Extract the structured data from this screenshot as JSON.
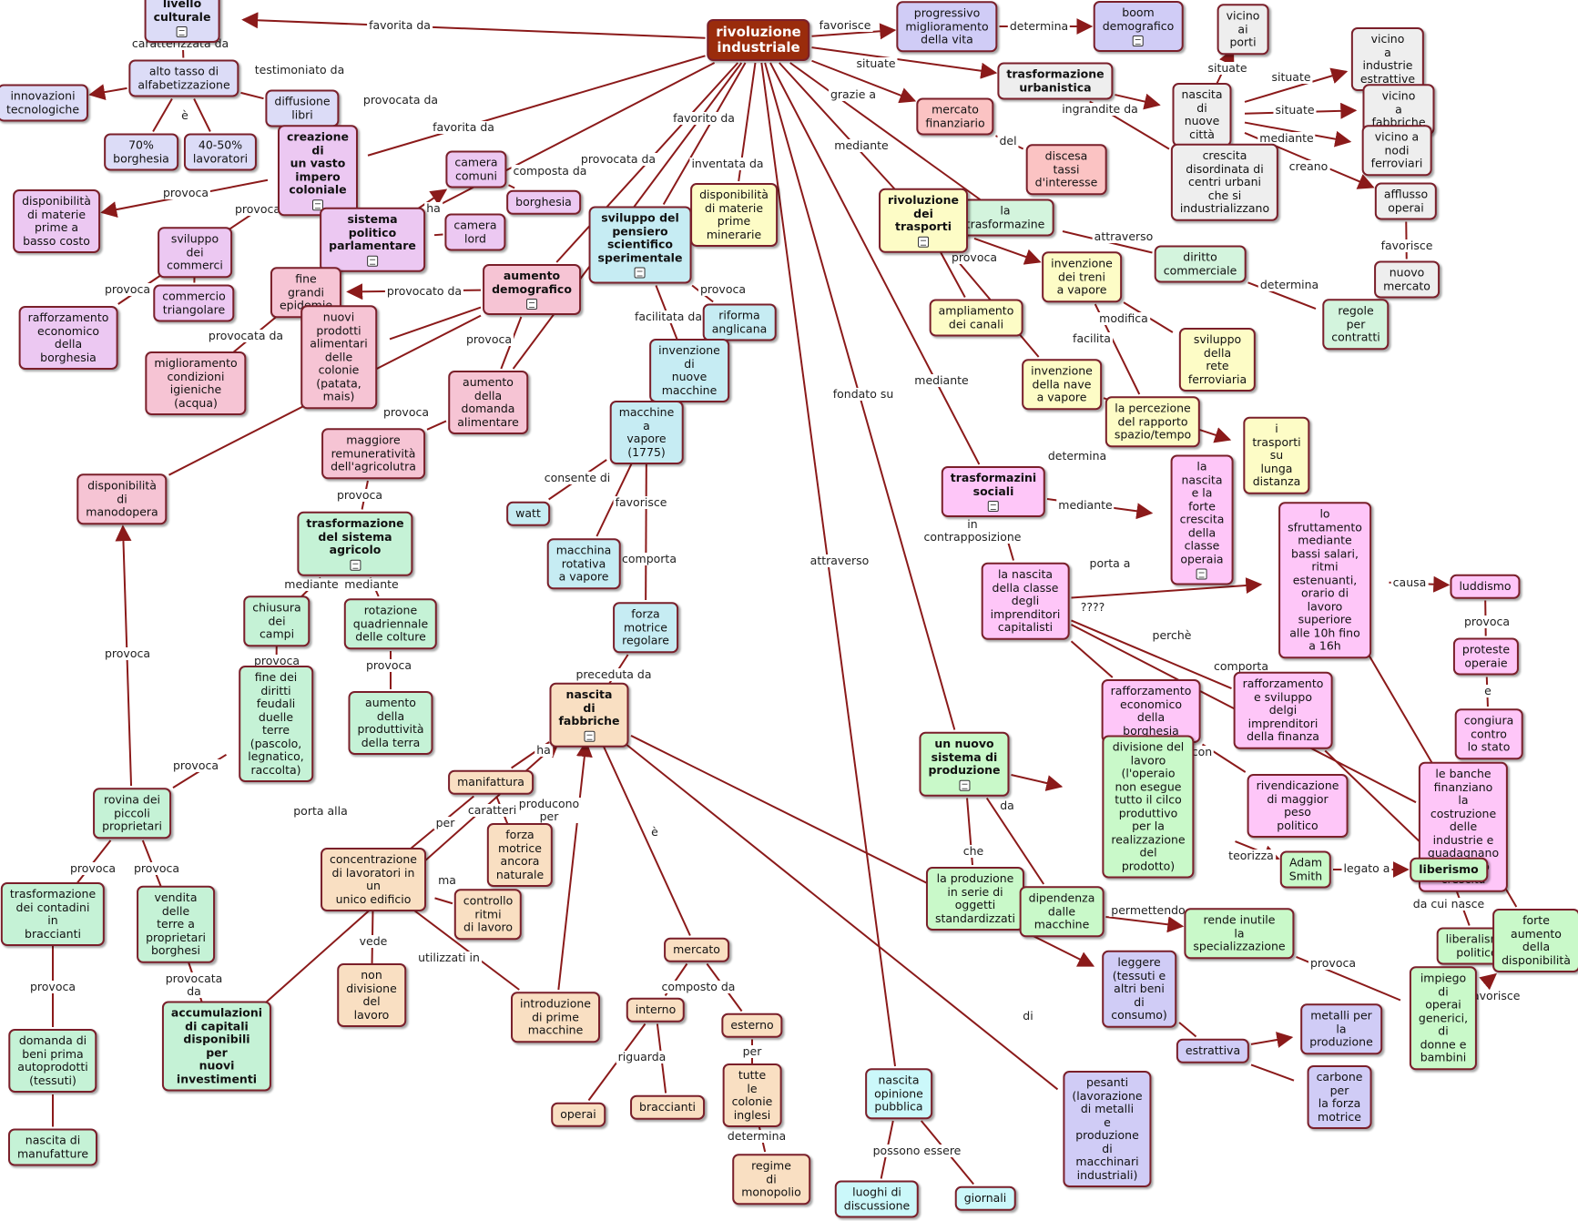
{
  "colors": {
    "lavender": "#dcdcf7",
    "purple": "#ecc8f2",
    "pink": "#f6c4d4",
    "cyan": "#c6ecf3",
    "yellow": "#fdfcc6",
    "mint": "#d3f4dd",
    "gray": "#eeeeee",
    "magenta": "#fec6f8",
    "light_green": "#c9f9c9",
    "light_purple": "#d0ccf6",
    "peach": "#f9dfc2",
    "light_cyan": "#cbf8fa",
    "green": "#c5f2d6",
    "salmon": "#fbc3c3",
    "root": "#9a2c0c",
    "connector": "#8b1a1a"
  },
  "icons": {
    "node_resource": "document-icon"
  },
  "nodes": [
    {
      "id": "ri",
      "label": "rivoluzione\nindustriale",
      "color": "root"
    },
    {
      "id": "lc",
      "label": "livello culturale",
      "color": "lav",
      "bold": true,
      "icon": true
    },
    {
      "id": "ata",
      "label": "alto tasso di\nalfabetizzazione",
      "color": "lav"
    },
    {
      "id": "inn",
      "label": "innovazioni\ntecnologiche",
      "color": "lav"
    },
    {
      "id": "dl",
      "label": "diffusione\nlibri",
      "color": "lav"
    },
    {
      "id": "p70",
      "label": "70%\nborghesia",
      "color": "lav"
    },
    {
      "id": "p40",
      "label": "40-50%\nlavoratori",
      "color": "lav"
    },
    {
      "id": "cvi",
      "label": "creazione di\nun vasto\nimpero\ncoloniale",
      "color": "purp",
      "bold": true,
      "icon": true
    },
    {
      "id": "dmp",
      "label": "disponibilità\ndi materie\nprime a\nbasso costo",
      "color": "purp"
    },
    {
      "id": "sdc",
      "label": "sviluppo\ndei commerci",
      "color": "purp"
    },
    {
      "id": "rebo",
      "label": "rafforzamento\neconomico\ndella\nborghesia",
      "color": "purp"
    },
    {
      "id": "ctr",
      "label": "commercio\ntriangolare",
      "color": "purp"
    },
    {
      "id": "spp",
      "label": "sistema politico\nparlamentare",
      "color": "purp",
      "bold": true,
      "icon": true
    },
    {
      "id": "cco",
      "label": "camera\ncomuni",
      "color": "purp"
    },
    {
      "id": "clo",
      "label": "camera\nlord",
      "color": "purp"
    },
    {
      "id": "bor",
      "label": "borghesia",
      "color": "purp"
    },
    {
      "id": "ad",
      "label": "aumento\ndemografico",
      "color": "pink",
      "bold": true,
      "icon": true
    },
    {
      "id": "fge",
      "label": "fine grandi\nepidemie",
      "color": "pink"
    },
    {
      "id": "mci",
      "label": "miglioramento\ncondizioni igieniche\n(acqua)",
      "color": "pink"
    },
    {
      "id": "npa",
      "label": "nuovi prodotti\nalimentari\ndelle colonie\n(patata, mais)",
      "color": "pink"
    },
    {
      "id": "ada",
      "label": "aumento\ndella\ndomanda\nalimentare",
      "color": "pink"
    },
    {
      "id": "mra",
      "label": "maggiore\nremuneratività\ndell'agricolutra",
      "color": "pink"
    },
    {
      "id": "dma",
      "label": "disponibilità\ndi\nmanodopera",
      "color": "pink"
    },
    {
      "id": "tsa",
      "label": "trasformazione\ndel sistema\nagricolo",
      "color": "green",
      "bold": true,
      "icon": true
    },
    {
      "id": "chc",
      "label": "chiusura\ndei campi",
      "color": "green"
    },
    {
      "id": "rqc",
      "label": "rotazione\nquadriennale\ndelle colture",
      "color": "green"
    },
    {
      "id": "fdf",
      "label": "fine dei diritti\nfeudali duelle\nterre\n(pascolo,\nlegnatico,\nraccolta)",
      "color": "green"
    },
    {
      "id": "apt",
      "label": "aumento\ndella\nproduttività\ndella terra",
      "color": "green"
    },
    {
      "id": "rpp",
      "label": "rovina dei\npiccoli\nproprietari",
      "color": "green"
    },
    {
      "id": "tcb",
      "label": "trasformazione\ndei contadini in\nbraccianti",
      "color": "green"
    },
    {
      "id": "vtp",
      "label": "vendita delle\nterre a\nproprietari\nborghesi",
      "color": "green"
    },
    {
      "id": "dbp",
      "label": "domanda di\nbeni prima\nautoprodotti\n(tessuti)",
      "color": "green"
    },
    {
      "id": "acc",
      "label": "accumulazioni\ndi capitali\ndisponibili per\nnuovi\ninvestimenti",
      "color": "green",
      "bold": true
    },
    {
      "id": "nma",
      "label": "nascita di\nmanufatture",
      "color": "green"
    },
    {
      "id": "sps",
      "label": "sviluppo del\npensiero\nscientifico\nsperimentale",
      "color": "cyan",
      "bold": true,
      "icon": true
    },
    {
      "id": "ran",
      "label": "riforma\nanglicana",
      "color": "cyan"
    },
    {
      "id": "inm",
      "label": "invenzione di\nnuove macchine",
      "color": "cyan"
    },
    {
      "id": "mav",
      "label": "macchine a\nvapore\n(1775)",
      "color": "cyan"
    },
    {
      "id": "wat",
      "label": "watt",
      "color": "cyan"
    },
    {
      "id": "mrv",
      "label": "macchina\nrotativa\na vapore",
      "color": "cyan"
    },
    {
      "id": "fmr",
      "label": "forza\nmotrice\nregolare",
      "color": "cyan"
    },
    {
      "id": "dmm",
      "label": "disponibilità\ndi materie\nprime\nminerarie",
      "color": "yel"
    },
    {
      "id": "ndf",
      "label": "nascita di\nfabbriche",
      "color": "peach",
      "bold": true,
      "icon": true
    },
    {
      "id": "man",
      "label": "manifattura",
      "color": "peach"
    },
    {
      "id": "fmn",
      "label": "forza motrice\nancora\nnaturale",
      "color": "peach"
    },
    {
      "id": "clu",
      "label": "concentrazione\ndi lavoratori in un\nunico edificio",
      "color": "peach"
    },
    {
      "id": "crl",
      "label": "controllo\nritmi\ndi lavoro",
      "color": "peach"
    },
    {
      "id": "ndl",
      "label": "non\ndivisione del\nlavoro",
      "color": "peach"
    },
    {
      "id": "ipm",
      "label": "introduzione\ndi prime\nmacchine",
      "color": "peach"
    },
    {
      "id": "mer",
      "label": "mercato",
      "color": "peach"
    },
    {
      "id": "int",
      "label": "interno",
      "color": "peach"
    },
    {
      "id": "est",
      "label": "esterno",
      "color": "peach"
    },
    {
      "id": "ope",
      "label": "operai",
      "color": "peach"
    },
    {
      "id": "bra",
      "label": "braccianti",
      "color": "peach"
    },
    {
      "id": "tci",
      "label": "tutte le\ncolonie\ninglesi",
      "color": "peach"
    },
    {
      "id": "rdm",
      "label": "regime\ndi\nmonopolio",
      "color": "peach"
    },
    {
      "id": "pmv",
      "label": "progressivo\nmiglioramento\ndella vita",
      "color": "lpur"
    },
    {
      "id": "bde",
      "label": "boom\ndemografico",
      "color": "lpur",
      "icon": true
    },
    {
      "id": "tur",
      "label": "trasformazione\nurbanistica",
      "color": "gray",
      "bold": true
    },
    {
      "id": "nnc",
      "label": "nascita di\nnuove città",
      "color": "gray"
    },
    {
      "id": "vpo",
      "label": "vicino\nai porti",
      "color": "gray"
    },
    {
      "id": "vie",
      "label": "vicino\na industrie\nestrattive",
      "color": "gray"
    },
    {
      "id": "vfa",
      "label": "vicino\na fabbriche",
      "color": "gray"
    },
    {
      "id": "vnf",
      "label": "vicino a nodi\nferroviari",
      "color": "gray"
    },
    {
      "id": "cdc",
      "label": "crescita\ndisordinata di\ncentri urbani\nche si\nindustrializzano",
      "color": "gray"
    },
    {
      "id": "aop",
      "label": "afflusso\noperai",
      "color": "gray"
    },
    {
      "id": "nme",
      "label": "nuovo\nmercato",
      "color": "gray"
    },
    {
      "id": "mfi",
      "label": "mercato\nfinanziario",
      "color": "salm"
    },
    {
      "id": "dti",
      "label": "discesa tassi\nd'interesse",
      "color": "salm"
    },
    {
      "id": "ltr",
      "label": "la trasformazine",
      "color": "mint"
    },
    {
      "id": "dco",
      "label": "diritto\ncommerciale",
      "color": "mint"
    },
    {
      "id": "rpc",
      "label": "regole per\ncontratti",
      "color": "mint"
    },
    {
      "id": "rdt",
      "label": "rivoluzione\ndei trasporti",
      "color": "yel",
      "bold": true,
      "icon": true
    },
    {
      "id": "adc",
      "label": "ampliamento\ndei canali",
      "color": "yel"
    },
    {
      "id": "itv",
      "label": "invenzione\ndei treni\na vapore",
      "color": "yel"
    },
    {
      "id": "inv",
      "label": "invenzione\ndella nave\na vapore",
      "color": "yel"
    },
    {
      "id": "srf",
      "label": "sviluppo della\nrete\nferroviaria",
      "color": "yel"
    },
    {
      "id": "lpr",
      "label": "la percezione\ndel rapporto\nspazio/tempo",
      "color": "yel"
    },
    {
      "id": "tld",
      "label": "i trasporti su\nlunga\ndistanza",
      "color": "yel"
    },
    {
      "id": "tso",
      "label": "trasformazini\nsociali",
      "color": "mag",
      "bold": true,
      "icon": true
    },
    {
      "id": "lnf",
      "label": "la nascita e la\nforte crescita\ndella classe\noperaia",
      "color": "mag",
      "icon": true
    },
    {
      "id": "lnc",
      "label": "la nascita\ndella classe\ndegli\nimprenditori\ncapitalisti",
      "color": "mag"
    },
    {
      "id": "sfr",
      "label": "lo\nsfruttamento\nmediante\nbassi salari, ritmi\nestenuanti,\norario di\nlavoro\nsuperiore\nalle 10h fino a 16h",
      "color": "mag"
    },
    {
      "id": "lud",
      "label": "luddismo",
      "color": "mag"
    },
    {
      "id": "pop",
      "label": "proteste\noperaie",
      "color": "mag"
    },
    {
      "id": "ccs",
      "label": "congiura contro\nlo stato",
      "color": "mag"
    },
    {
      "id": "reb2",
      "label": "rafforzamento\neconomico\ndella\nborghesia",
      "color": "mag"
    },
    {
      "id": "rsi",
      "label": "rafforzamento\ne sviluppo\ndelgi\nimprenditori\ndella finanza",
      "color": "mag"
    },
    {
      "id": "rmp",
      "label": "rivendicazione\ndi maggior\npeso\npolitico",
      "color": "mag"
    },
    {
      "id": "lbf",
      "label": "le banche\nfinanziano la\ncostruzione\ndelle\nindustrie e\nguadagnano\ndalla loro\ncrescita",
      "color": "mag"
    },
    {
      "id": "nsp",
      "label": "un nuovo\nsistema di\nproduzione",
      "color": "lgrn",
      "bold": true,
      "icon": true
    },
    {
      "id": "ddl",
      "label": "divisione del lavoro\n(l'operaio non esegue\ntutto il cilco\nproduttivo per la\nrealizzazione del prodotto)",
      "color": "lgrn"
    },
    {
      "id": "asm",
      "label": "Adam\nSmith",
      "color": "lgrn"
    },
    {
      "id": "lib",
      "label": "liberismo",
      "color": "lgrn",
      "bold": true
    },
    {
      "id": "lpo",
      "label": "liberalismo\npolitico",
      "color": "lgrn"
    },
    {
      "id": "psd",
      "label": "la produzione\nin serie di\noggetti\nstandardizzati",
      "color": "lgrn"
    },
    {
      "id": "ddm",
      "label": "dipendenza\ndalle\nmacchine",
      "color": "lgrn"
    },
    {
      "id": "ris",
      "label": "rende inutile\nla\nspecializzazione",
      "color": "lgrn"
    },
    {
      "id": "iog",
      "label": "impiego di\noperai\ngenerici, di\ndonne e\nbambini",
      "color": "lgrn"
    },
    {
      "id": "fad",
      "label": "forte\naumento\ndella\ndisponibilità",
      "color": "lgrn"
    },
    {
      "id": "leg",
      "label": "leggere\n(tessuti e\naltri beni\ndi consumo)",
      "color": "lpur"
    },
    {
      "id": "pes",
      "label": "pesanti\n(lavorazione\ndi metalli\ne produzione\ndi macchinari\nindustriali)",
      "color": "lpur"
    },
    {
      "id": "esr",
      "label": "estrattiva",
      "color": "lpur"
    },
    {
      "id": "mpp",
      "label": "metalli per\nla produzione",
      "color": "lpur"
    },
    {
      "id": "cfm",
      "label": "carbone per\nla forza\nmotrice",
      "color": "lpur"
    },
    {
      "id": "nop",
      "label": "nascita\nopinione\npubblica",
      "color": "lcyan"
    },
    {
      "id": "ldd",
      "label": "luoghi di\ndiscussione",
      "color": "lcyan"
    },
    {
      "id": "gio",
      "label": "giornali",
      "color": "lcyan"
    }
  ],
  "link_labels": [
    "favorita da",
    "caratterizzata da",
    "testimoniato da",
    "è",
    "provocata da",
    "provoca",
    "provoca",
    "provoca",
    "favorita da",
    "ha",
    "composta da",
    "provocata da",
    "provocato da",
    "provocata da",
    "provoca",
    "provoca",
    "provoca",
    "mediante",
    "mediante",
    "provoca",
    "provoca",
    "provoca",
    "provoca",
    "provoca",
    "provoca",
    "provoca",
    "provocata\nda",
    "favorito da",
    "provoca",
    "facilitata da",
    "inventata da",
    "consente di",
    "favorisce",
    "comporta",
    "preceduta da",
    "ha",
    "caratterizzata da",
    "per",
    "ma",
    "vede",
    "utilizzati in",
    "porta alla",
    "producono\nper",
    "è",
    "composto da",
    "riguarda",
    "per",
    "determina",
    "favorisce",
    "determina",
    "situate",
    "situate",
    "situate",
    "situate",
    "mediante",
    "ingrandite da",
    "creano",
    "favorisce",
    "grazie a",
    "del",
    "attraverso",
    "determina",
    "mediante",
    "provoca",
    "modifica",
    "facilita",
    "determina",
    "mediante",
    "mediante",
    "in\ncontrapposizione",
    "porta a",
    "causa",
    "provoca",
    "e",
    "????",
    "perchè",
    "comporta",
    "con",
    "determina",
    "fondato su",
    "da",
    "teorizza",
    "legato a",
    "da cui nasce",
    "che",
    "permettendo",
    "provoca",
    "favorisce",
    "attraverso",
    "possono essere",
    "di"
  ]
}
